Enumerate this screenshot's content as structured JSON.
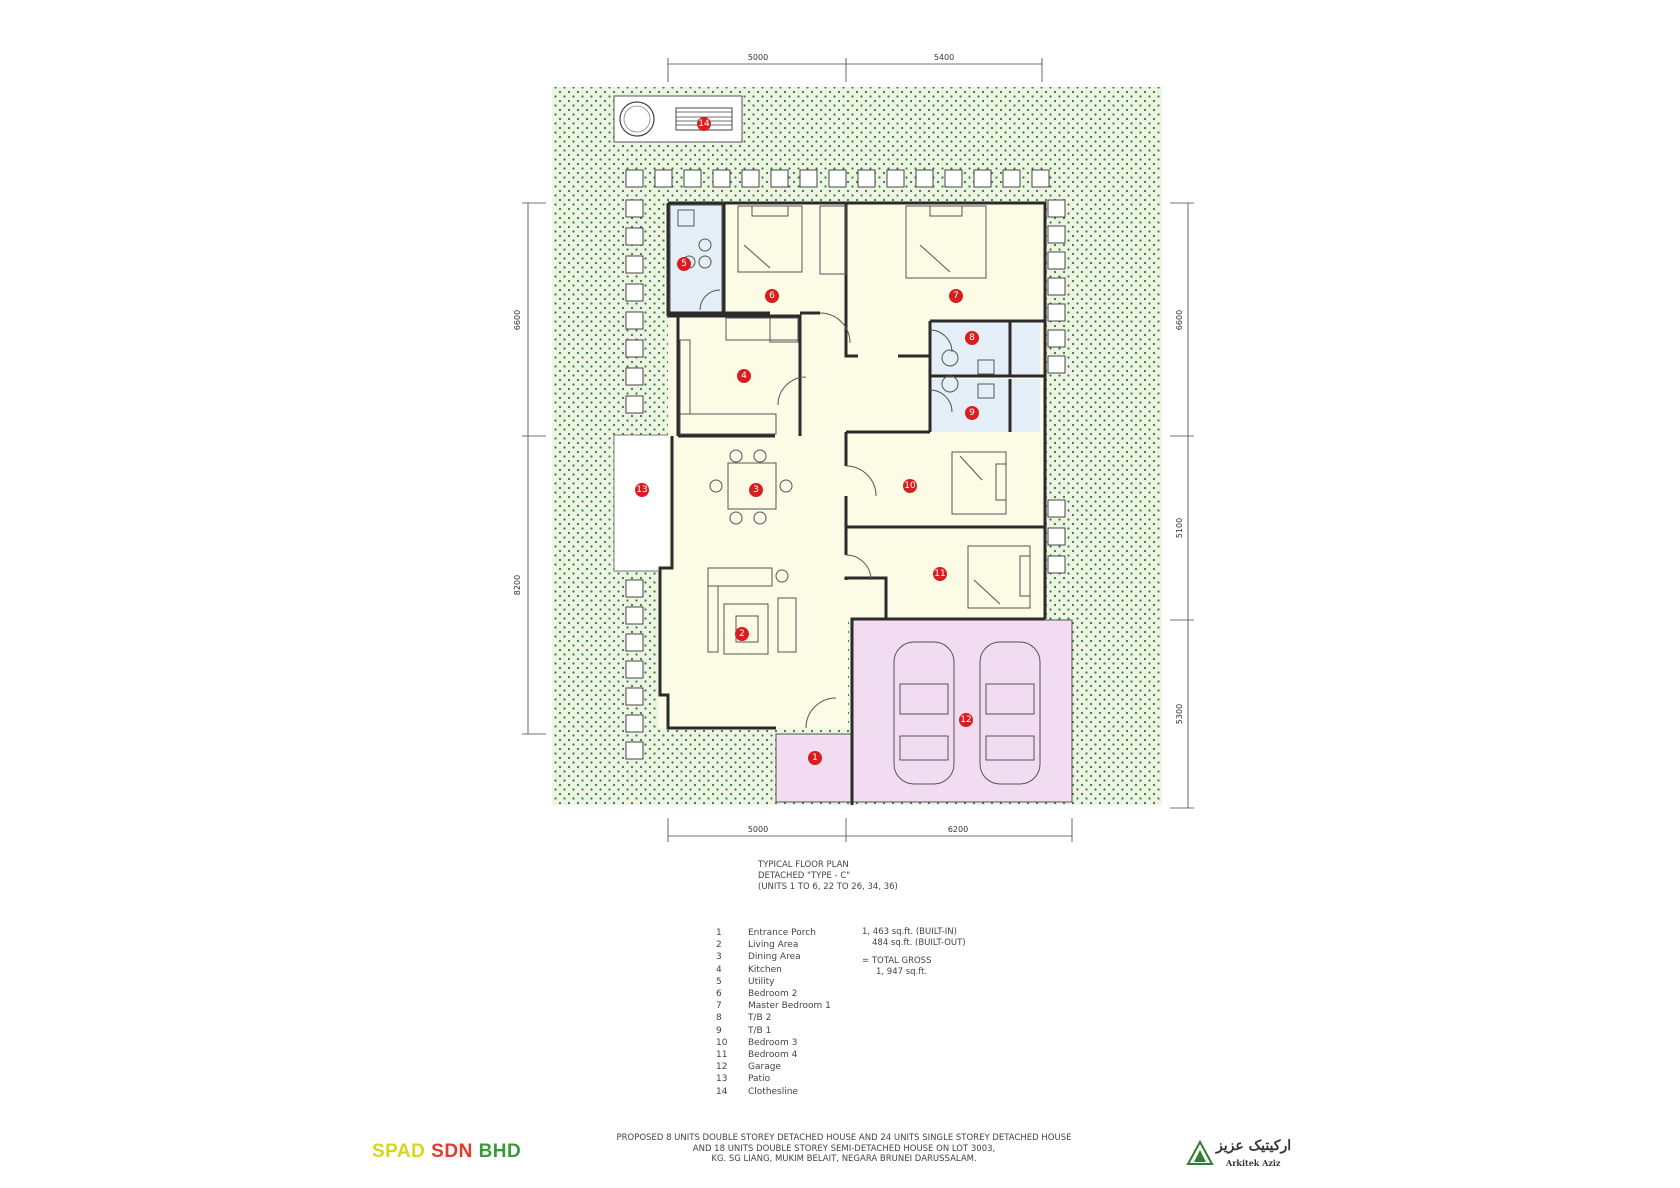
{
  "dimensions": {
    "top": [
      "5000",
      "5400"
    ],
    "bottom": [
      "5000",
      "6200"
    ],
    "left": [
      "6600",
      "8200"
    ],
    "right": [
      "6600",
      "5100",
      "5300"
    ]
  },
  "room_markers": [
    "1",
    "2",
    "3",
    "4",
    "5",
    "6",
    "7",
    "8",
    "9",
    "10",
    "11",
    "12",
    "13",
    "14"
  ],
  "caption": {
    "line1": "Typical Floor Plan",
    "line2": "Detached \"Type - C\"",
    "line3": "(Units 1 to 6, 22 to 26, 34, 36)"
  },
  "legend": [
    {
      "num": "1",
      "name": "Entrance Porch"
    },
    {
      "num": "2",
      "name": "Living Area"
    },
    {
      "num": "3",
      "name": "Dining Area"
    },
    {
      "num": "4",
      "name": "Kitchen"
    },
    {
      "num": "5",
      "name": "Utility"
    },
    {
      "num": "6",
      "name": "Bedroom 2"
    },
    {
      "num": "7",
      "name": "Master Bedroom 1"
    },
    {
      "num": "8",
      "name": "T/B 2"
    },
    {
      "num": "9",
      "name": "T/B 1"
    },
    {
      "num": "10",
      "name": "Bedroom 3"
    },
    {
      "num": "11",
      "name": "Bedroom 4"
    },
    {
      "num": "12",
      "name": "Garage"
    },
    {
      "num": "13",
      "name": "Patio"
    },
    {
      "num": "14",
      "name": "Clothesline"
    }
  ],
  "area": {
    "built_in": "1, 463 sq.ft. (BUILT-IN)",
    "built_out": "484 sq.ft. (BUILT-OUT)",
    "total_label": "=   TOTAL GROSS",
    "total_value": "1, 947 sq.ft."
  },
  "company": {
    "part1": "SPAD",
    "part2": "SDN",
    "part3": "BHD"
  },
  "project": {
    "line1": "Proposed 8 units double storey detached house and 24 units single storey detached house",
    "line2": "and 18 units double storey semi-detached house on lot 3003,",
    "line3": "Kg. Sg Liang, Mukim Belait, Negara Brunei Darussalam."
  },
  "logo": {
    "arabic": "ارکيتيک عزيز",
    "english": "Arkitek Aziz"
  },
  "colors": {
    "garden": "#eef4e3",
    "dots": "#2e7d32",
    "interior": "#fbfbe6",
    "wet": "#e4eef6",
    "garage": "#f2dcf2",
    "walls": "#2b2b2b",
    "marker": "#d81e1e",
    "company_spad": "#d6d61a",
    "company_sdn": "#e43a2e",
    "company_bhd": "#3a9a3a"
  }
}
